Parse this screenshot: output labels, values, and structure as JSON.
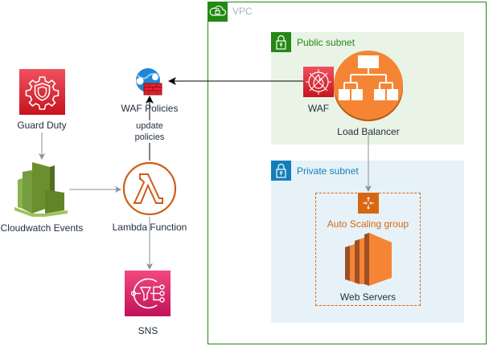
{
  "diagram": {
    "vpc": {
      "label": "VPC",
      "icon": "cloud-lock-icon",
      "color": "#248814"
    },
    "public_subnet": {
      "label": "Public subnet",
      "icon": "lock-icon",
      "color": "#248814",
      "fill": "#e9f3e6"
    },
    "private_subnet": {
      "label": "Private subnet",
      "icon": "lock-icon",
      "color": "#147eba",
      "fill": "#e6f2f8"
    },
    "nodes": {
      "guard_duty": {
        "label": "Guard Duty",
        "icon": "guardduty-icon",
        "color": "#dd344c"
      },
      "cloudwatch": {
        "label": "Cloudwatch Events",
        "icon": "cloudwatch-icon",
        "color": "#759c3e"
      },
      "waf_policies": {
        "label": "WAF Policies",
        "icon": "waf-policies-icon"
      },
      "lambda": {
        "label": "Lambda Function",
        "icon": "lambda-icon",
        "color": "#d05c17"
      },
      "sns": {
        "label": "SNS",
        "icon": "sns-icon",
        "color": "#e7157b"
      },
      "waf": {
        "label": "WAF",
        "icon": "waf-icon",
        "color": "#dd344c"
      },
      "load_balancer": {
        "label": "Load Balancer",
        "icon": "load-balancer-icon",
        "color": "#f58534"
      },
      "auto_scaling": {
        "label": "Auto Scaling group",
        "icon": "auto-scaling-icon",
        "color": "#d86613"
      },
      "web_servers": {
        "label": "Web Servers",
        "icon": "ec2-icon",
        "color": "#f58534"
      }
    },
    "edges": [
      {
        "from": "Guard Duty",
        "to": "Cloudwatch Events",
        "label": ""
      },
      {
        "from": "Cloudwatch Events",
        "to": "Lambda Function",
        "label": ""
      },
      {
        "from": "Lambda Function",
        "to": "WAF Policies",
        "label": "update policies"
      },
      {
        "from": "Lambda Function",
        "to": "SNS",
        "label": ""
      },
      {
        "from": "WAF",
        "to": "WAF Policies",
        "label": ""
      },
      {
        "from": "Load Balancer",
        "to": "Auto Scaling group",
        "label": ""
      }
    ],
    "edge_label_update": "update\npolicies"
  }
}
